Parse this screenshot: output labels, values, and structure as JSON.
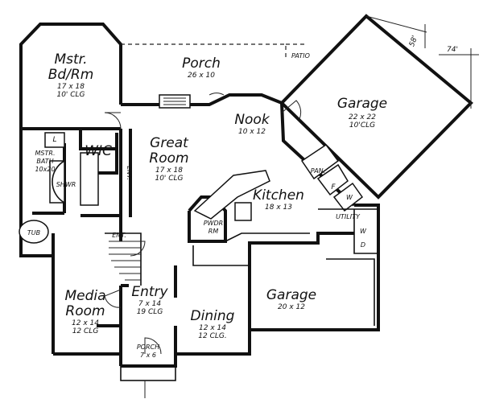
{
  "plan": {
    "rooms": {
      "master_bed": {
        "name_line1": "Mstr.",
        "name_line2": "Bd/Rm",
        "size": "17 x 18",
        "ceiling": "10' CLG"
      },
      "porch_rear": {
        "name": "Porch",
        "size": "26 x 10"
      },
      "patio": {
        "name": "PATIO"
      },
      "garage_angled": {
        "name": "Garage",
        "size": "22 x 22",
        "ceiling": "10'CLG"
      },
      "nook": {
        "name": "Nook",
        "size": "10 x 12"
      },
      "great_room": {
        "name_line1": "Great",
        "name_line2": "Room",
        "size": "17 x 18",
        "ceiling": "10' CLG"
      },
      "wic": {
        "name": "WIC"
      },
      "master_bath": {
        "name_line1": "MSTR.",
        "name_line2": "BATH",
        "size": "10x20"
      },
      "linen": {
        "name": "L"
      },
      "shower": {
        "name": "SHWR"
      },
      "tub": {
        "name": "TUB"
      },
      "ent_upper": {
        "name": "ENT."
      },
      "kitchen": {
        "name": "Kitchen",
        "size": "18 x 13"
      },
      "pantry": {
        "name": "PAN."
      },
      "freezer": {
        "name": "F"
      },
      "washer_upper": {
        "name": "W"
      },
      "utility": {
        "name": "UTILITY"
      },
      "washer_lower": {
        "name": "W"
      },
      "dryer": {
        "name": "D"
      },
      "powder": {
        "name_line1": "PWDR",
        "name_line2": "RM"
      },
      "ent_lower": {
        "name": "ENT."
      },
      "media": {
        "name_line1": "Media",
        "name_line2": "Room",
        "size": "12 x 14",
        "ceiling": "12 CLG"
      },
      "entry": {
        "name": "Entry",
        "size": "7 x 14",
        "ceiling": "19 CLG"
      },
      "dining": {
        "name": "Dining",
        "size": "12 x 14",
        "ceiling": "12 CLG."
      },
      "garage_front": {
        "name": "Garage",
        "size": "20 x 12"
      },
      "porch_front": {
        "name": "PORCH",
        "size": "7 x 6"
      }
    },
    "dimensions": {
      "angle_top": "58'",
      "offset_right": "74'"
    }
  }
}
